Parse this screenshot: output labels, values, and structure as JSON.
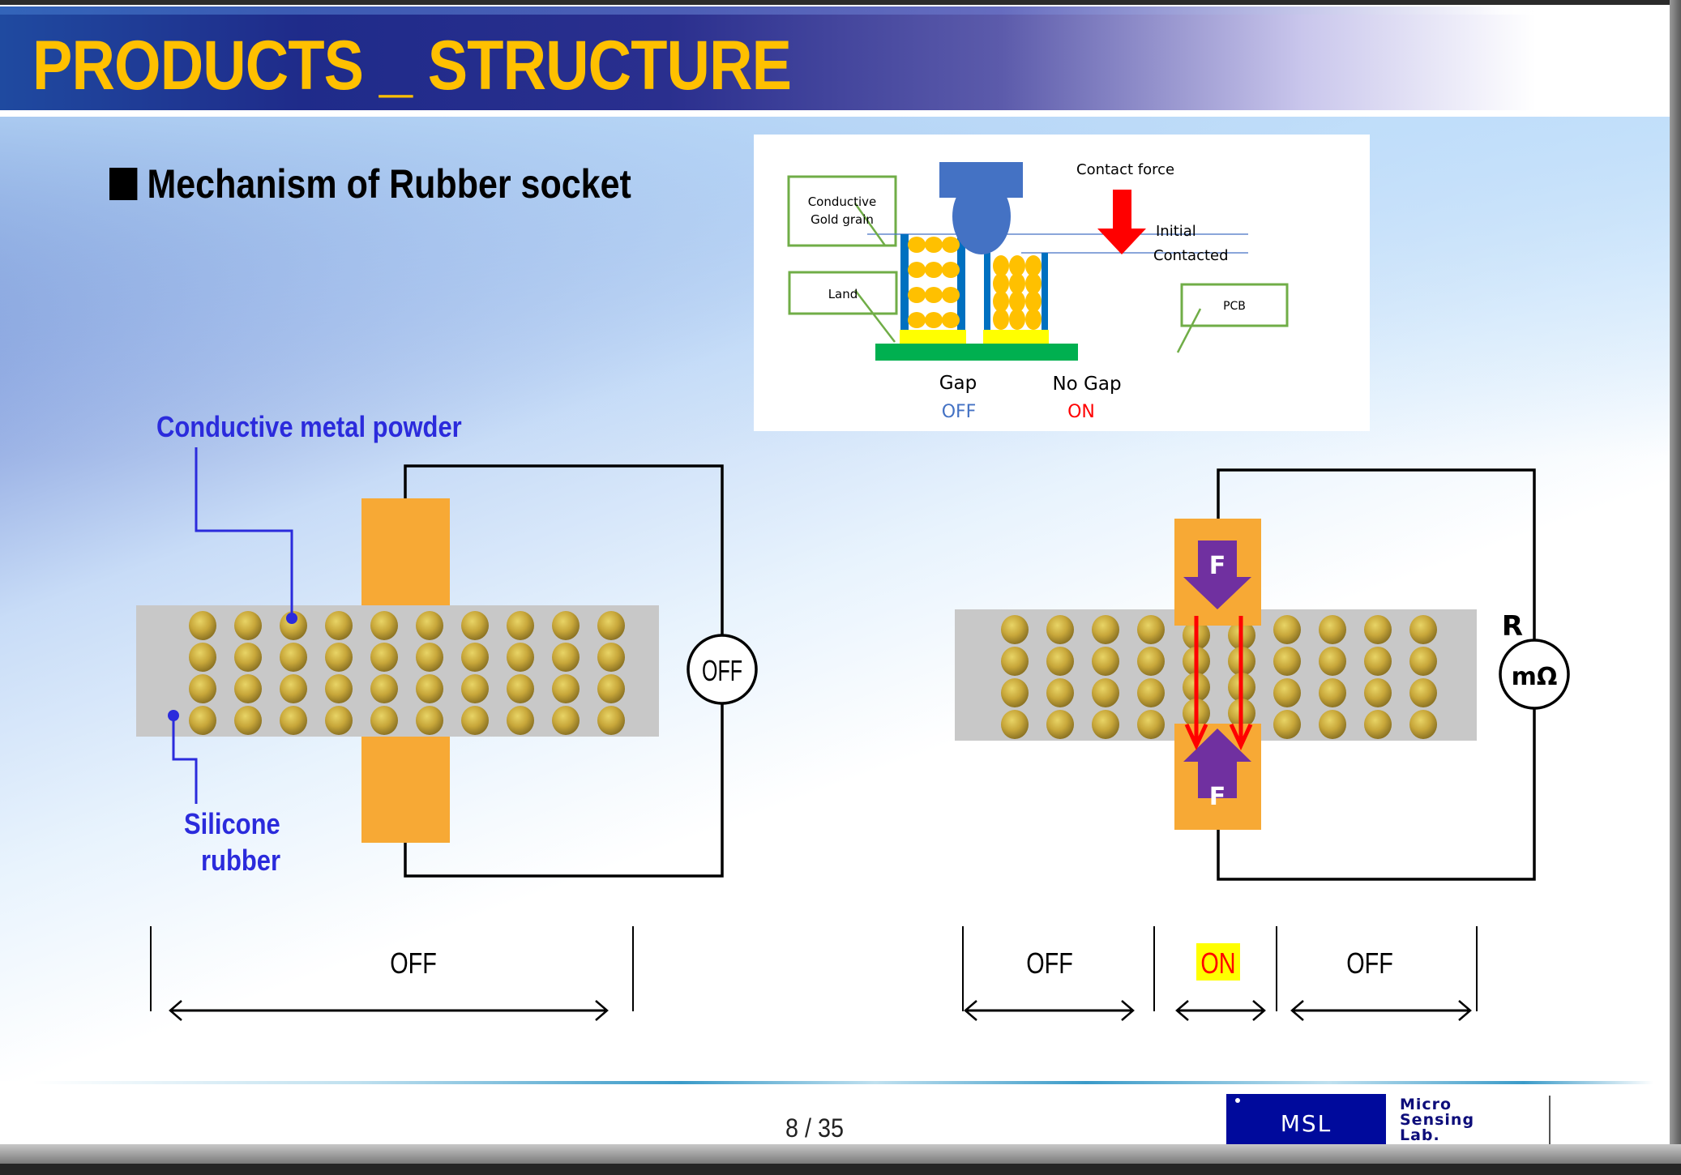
{
  "slide": {
    "title": "PRODUCTS _ STRUCTURE",
    "subtitle": "Mechanism of Rubber socket",
    "page_number": "8 / 35",
    "colors": {
      "title": "#ffc000",
      "callout_blue": "#2b2bdc",
      "electrode_orange": "#f7a935",
      "rubber_gray": "#c8c8c8",
      "force_purple": "#7030a0",
      "current_red": "#ff0000",
      "on_highlight": "#ffff00"
    }
  },
  "inset": {
    "labels": {
      "conductive_gold_grain_line1": "Conductive",
      "conductive_gold_grain_line2": "Gold grain",
      "land": "Land",
      "pcb": "PCB",
      "contact_force": "Contact force",
      "initial": "Initial",
      "contacted": "Contacted",
      "gap": "Gap",
      "no_gap": "No Gap",
      "off": "OFF",
      "on": "ON"
    }
  },
  "left_diagram": {
    "callout_powder": "Conductive metal powder",
    "callout_rubber_line1": "Silicone",
    "callout_rubber_line2": "rubber",
    "meter_label": "OFF",
    "grain_rows": 4,
    "grain_cols": 10
  },
  "right_diagram": {
    "force_label": "F",
    "meter_r_label": "R",
    "meter_unit": "mΩ",
    "grain_rows": 4,
    "grain_cols": 10
  },
  "bottom_zones": {
    "left": [
      "OFF"
    ],
    "right": [
      "OFF",
      "ON",
      "OFF"
    ]
  },
  "logo": {
    "mark": "MSL",
    "line1": "Micro",
    "line2": "Sensing",
    "line3": "Lab."
  }
}
